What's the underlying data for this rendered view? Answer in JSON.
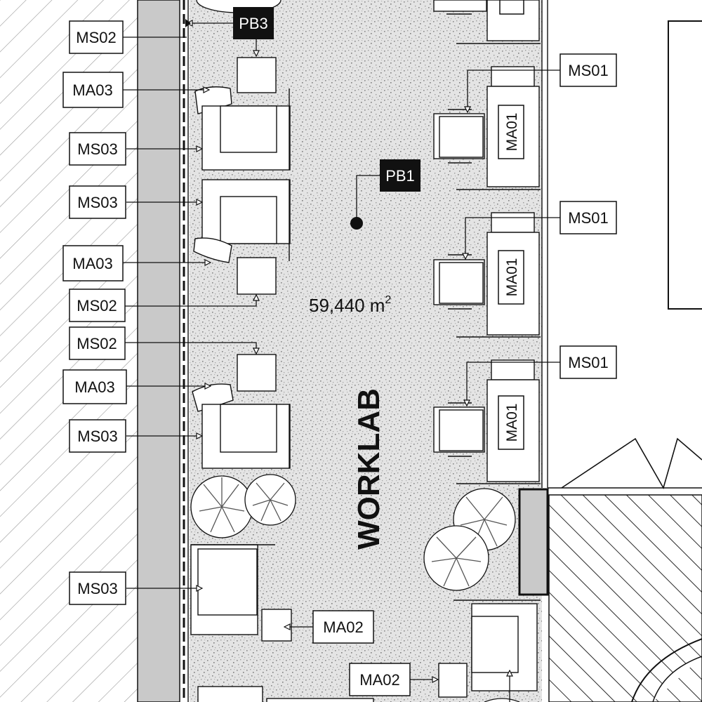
{
  "room": {
    "name": "WORKLAB",
    "area_value": "59,440 m",
    "area_unit_sup": "2"
  },
  "tags": {
    "pb3": "PB3",
    "pb1": "PB1",
    "ms02": "MS02",
    "ma03": "MA03",
    "ms03": "MS03",
    "ms01": "MS01",
    "ma01": "MA01",
    "ma02": "MA02"
  }
}
